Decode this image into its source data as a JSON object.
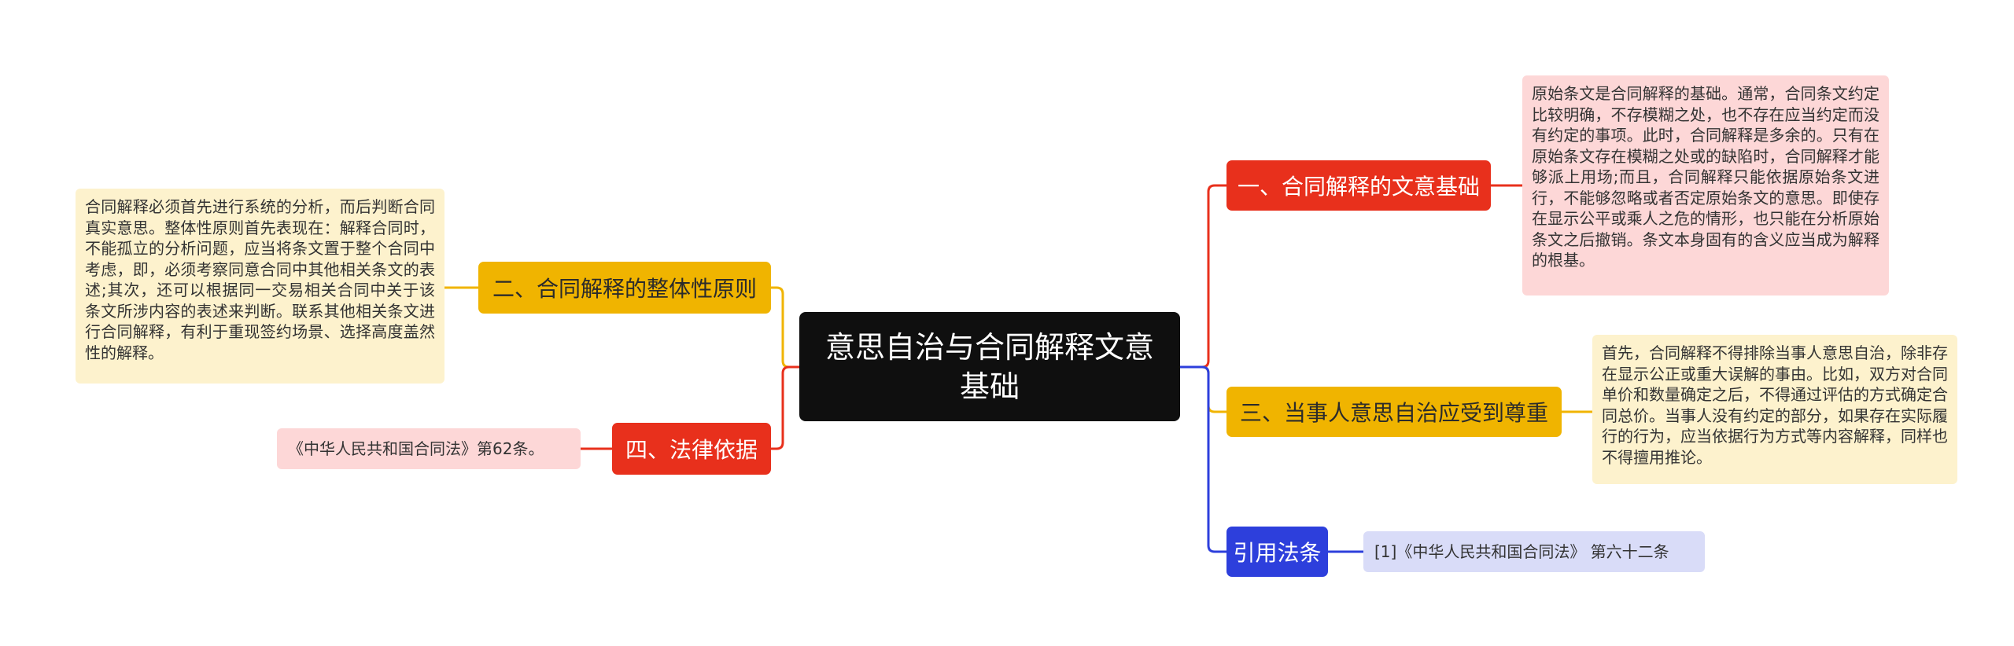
{
  "center": {
    "title": "意思自治与合同解释文意基础"
  },
  "branches": {
    "b1": {
      "label": "一、合同解释的文意基础",
      "note": "原始条文是合同解释的基础。通常，合同条文约定比较明确，不存模糊之处，也不存在应当约定而没有约定的事项。此时，合同解释是多余的。只有在原始条文存在模糊之处或的缺陷时，合同解释才能够派上用场;而且，合同解释只能依据原始条文进行，不能够忽略或者否定原始条文的意思。即使存在显示公平或乘人之危的情形，也只能在分析原始条文之后撤销。条文本身固有的含义应当成为解释的根基。"
    },
    "b2": {
      "label": "二、合同解释的整体性原则",
      "note": "合同解释必须首先进行系统的分析，而后判断合同真实意思。整体性原则首先表现在：解释合同时，不能孤立的分析问题，应当将条文置于整个合同中考虑，即，必须考察同意合同中其他相关条文的表述;其次，还可以根据同一交易相关合同中关于该条文所涉内容的表述来判断。联系其他相关条文进行合同解释，有利于重现签约场景、选择高度盖然性的解释。"
    },
    "b3": {
      "label": "三、当事人意思自治应受到尊重",
      "note": "首先，合同解释不得排除当事人意思自治，除非存在显示公正或重大误解的事由。比如，双方对合同单价和数量确定之后，不得通过评估的方式确定合同总价。当事人没有约定的部分，如果存在实际履行的行为，应当依据行为方式等内容解释，同样也不得擅用推论。"
    },
    "b4": {
      "label": "四、法律依据",
      "note": "《中华人民共和国合同法》第62条。"
    },
    "b5": {
      "label": "引用法条",
      "note": "[1]《中华人民共和国合同法》 第六十二条"
    }
  },
  "colors": {
    "center": "#0f0f0f",
    "red": "#e8301c",
    "yellow": "#f0b400",
    "blue": "#2d3fdc",
    "note_pink": "#fdd7d7",
    "note_cream": "#fdf2cd",
    "note_lavender": "#d9dcf8"
  }
}
